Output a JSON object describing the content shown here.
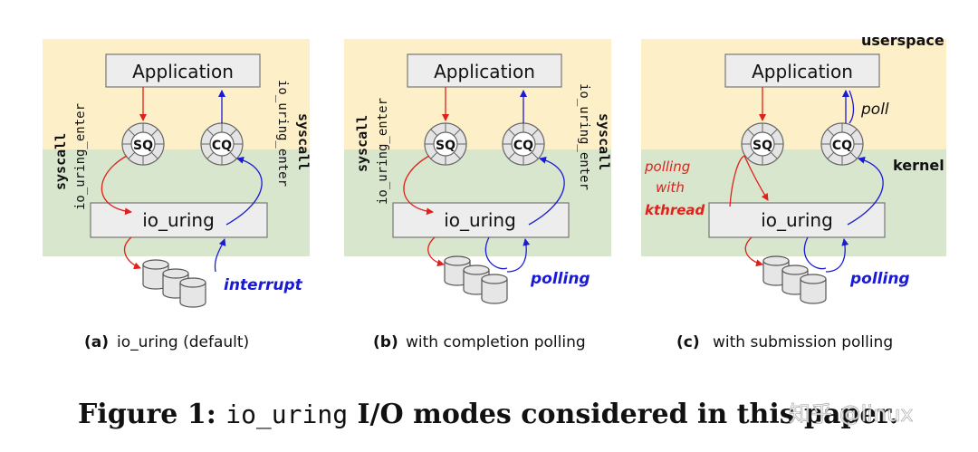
{
  "panels": [
    {
      "app_label": "Application",
      "sq_label": "SQ",
      "cq_label": "CQ",
      "core_label": "io_uring",
      "left_syscall": "syscall",
      "left_enter": "io_uring_enter",
      "right_syscall": "syscall",
      "right_enter": "io_uring_enter",
      "device_label": "interrupt",
      "caption_letter": "(a)",
      "caption_text": "io_uring (default)"
    },
    {
      "app_label": "Application",
      "sq_label": "SQ",
      "cq_label": "CQ",
      "core_label": "io_uring",
      "left_syscall": "syscall",
      "left_enter": "io_uring_enter",
      "right_syscall": "syscall",
      "right_enter": "io_uring_enter",
      "device_label": "polling",
      "caption_letter": "(b)",
      "caption_text": "with completion polling"
    },
    {
      "app_label": "Application",
      "sq_label": "SQ",
      "cq_label": "CQ",
      "core_label": "io_uring",
      "poll_label": "poll",
      "kthread_line1": "polling",
      "kthread_line2": "with",
      "kthread_line3": "kthread",
      "device_label": "polling",
      "caption_letter": "(c)",
      "caption_text": "with submission polling"
    }
  ],
  "region_labels": {
    "userspace": "userspace",
    "kernel": "kernel"
  },
  "figure_caption": {
    "prefix": "Figure 1: ",
    "code": "io_uring",
    "suffix": " I/O modes considered in this paper."
  },
  "watermark": "知乎 @linux",
  "colors": {
    "userspace_bg": "#fdefc8",
    "kernel_bg": "#d8e6cd",
    "box_fill": "#ededed",
    "submit_red": "#e0201a",
    "complete_blue": "#1a1ad6"
  }
}
